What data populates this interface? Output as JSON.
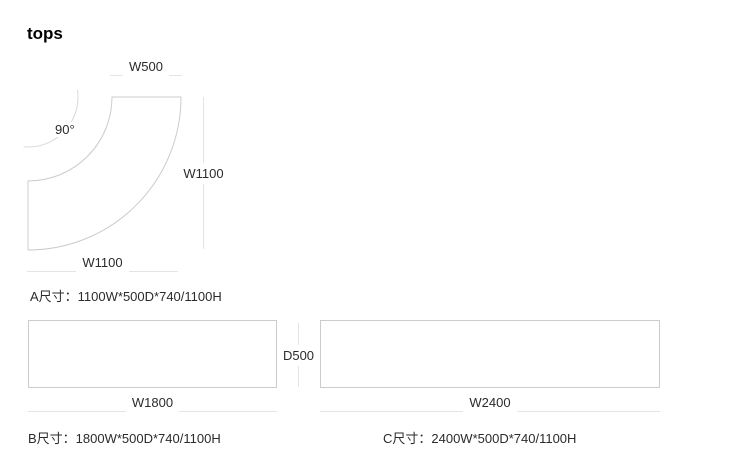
{
  "title": "tops",
  "colors": {
    "background": "#ffffff",
    "shape_stroke": "#cccccc",
    "dimension_line": "#e4e4e4",
    "angle_arc": "#d9d9d9",
    "text": "#2b2b2b",
    "title_text": "#000000"
  },
  "diagram": {
    "a": {
      "shape": "quarter-annulus",
      "angle_label": "90°",
      "dim_top": "W500",
      "dim_right": "W1100",
      "dim_bottom": "W1100",
      "size_label": "A尺寸：1100W*500D*740/1100H"
    },
    "b": {
      "shape": "rectangle",
      "dim_bottom": "W1800",
      "size_label": "B尺寸：1800W*500D*740/1100H"
    },
    "c": {
      "shape": "rectangle",
      "dim_bottom": "W2400",
      "size_label": "C尺寸：2400W*500D*740/1100H"
    },
    "depth_between_b_c": "D500"
  }
}
